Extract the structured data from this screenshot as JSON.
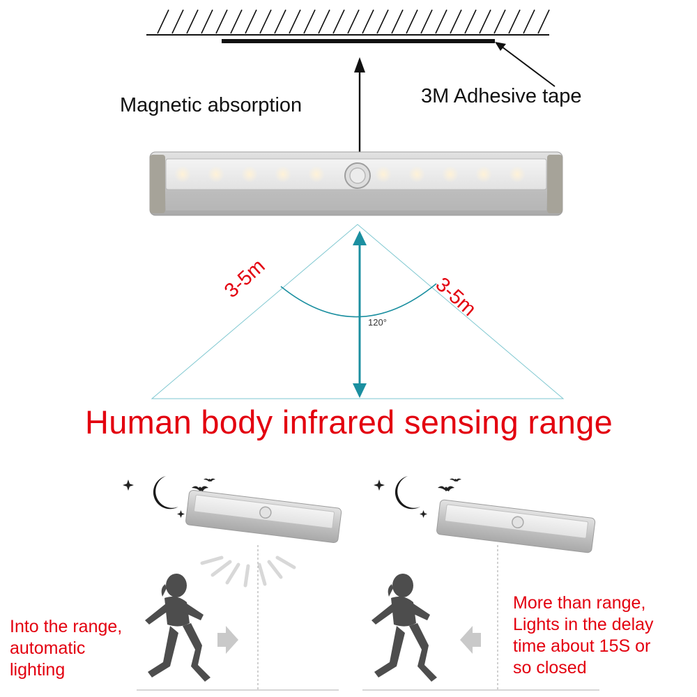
{
  "labels": {
    "tape": "3M Adhesive tape",
    "magnetic": "Magnetic absorption",
    "range_left": "3-5m",
    "range_right": "3-5m",
    "angle": "120°",
    "headline": "Human body infrared sensing range",
    "left_caption": [
      "Into the range,",
      "automatic",
      "lighting"
    ],
    "right_caption": [
      "More than range,",
      "Lights in the delay",
      "time about 15S or",
      "so closed"
    ]
  },
  "colors": {
    "accent_red": "#e3000f",
    "cyan": "#1b8fa0",
    "ceiling": "#111111",
    "bar_shell": "#c9c9c9",
    "silhouette": "#4d4d4d"
  },
  "icons": [
    "moon-icon",
    "bat-icon",
    "star-icon",
    "arrow-right-icon",
    "arrow-left-icon",
    "child-silhouette-icon"
  ]
}
